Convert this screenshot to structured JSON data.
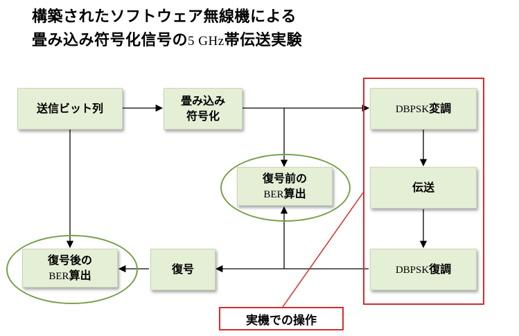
{
  "title": {
    "line1": "構築されたソフトウェア無線機による",
    "line2_prefix": "畳み込み符号化信号の",
    "line2_latin": "5 GHz",
    "line2_suffix": "帯伝送実験"
  },
  "blocks": {
    "tx_bits": "送信ビット列",
    "conv_encode_line1": "畳み込み",
    "conv_encode_line2": "符号化",
    "dbpsk_mod_latin": "DBPSK",
    "dbpsk_mod_suffix": "変調",
    "transmission": "伝送",
    "dbpsk_demod_latin": "DBPSK",
    "dbpsk_demod_suffix": "復調",
    "decode": "復号",
    "ber_before_line1": "復号前の",
    "ber_before_latin": "BER",
    "ber_before_suffix": "算出",
    "ber_after_line1": "復号後の",
    "ber_after_latin": "BER",
    "ber_after_suffix": "算出"
  },
  "callout": {
    "label": "実機での操作"
  },
  "colors": {
    "block_fill": "#e4efd6",
    "ellipse_stroke": "#76a046",
    "highlight_red": "#d62a2a",
    "arrow": "#000000"
  }
}
